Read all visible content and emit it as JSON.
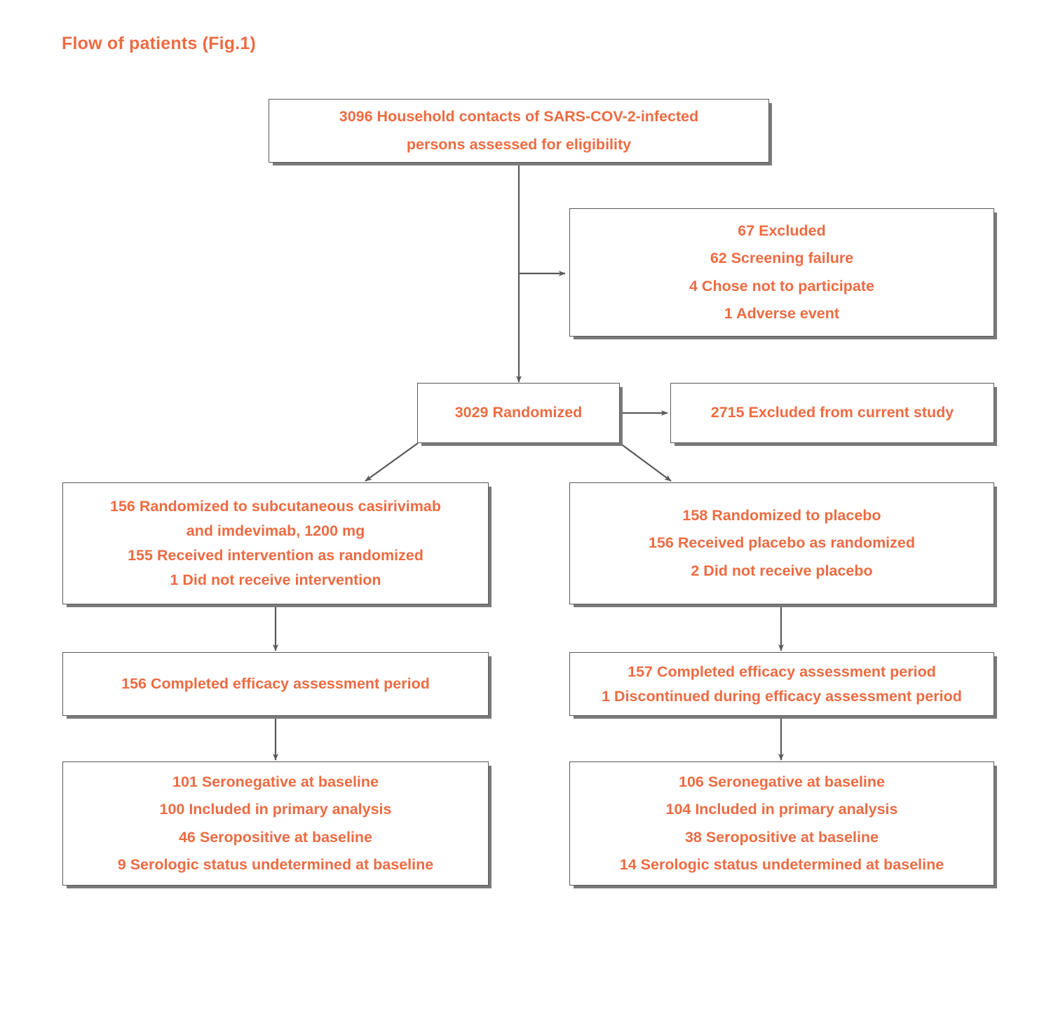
{
  "page": {
    "title": "Flow of patients (Fig.1)",
    "accent_color": "#EC6B42",
    "border_color": "#595959",
    "shadow_color": "#7A7A7A",
    "background_color": "#FFFFFF"
  },
  "chart_data": {
    "type": "diagram",
    "subtype": "consort-flow-diagram",
    "title": "Flow of patients (Fig.1)",
    "nodes": [
      {
        "id": "assessed",
        "lines": [
          "3096 Household contacts of SARS-COV-2-infected",
          "persons assessed for eligibility"
        ]
      },
      {
        "id": "excluded",
        "lines": [
          "67 Excluded",
          "62 Screening failure",
          "4 Chose not to participate",
          "1 Adverse event"
        ]
      },
      {
        "id": "randomized",
        "lines": [
          "3029 Randomized"
        ]
      },
      {
        "id": "excluded-current-study",
        "lines": [
          "2715 Excluded from current study"
        ]
      },
      {
        "id": "treatment-arm",
        "lines": [
          "156 Randomized to subcutaneous casirivimab",
          "and imdevimab, 1200 mg",
          "155 Received intervention as randomized",
          "1 Did not receive intervention"
        ]
      },
      {
        "id": "placebo-arm",
        "lines": [
          "158 Randomized to placebo",
          "156 Received placebo as randomized",
          "2 Did not receive placebo"
        ]
      },
      {
        "id": "treatment-efficacy",
        "lines": [
          "156 Completed efficacy assessment period"
        ]
      },
      {
        "id": "placebo-efficacy",
        "lines": [
          "157 Completed efficacy assessment period",
          "1 Discontinued during efficacy assessment period"
        ]
      },
      {
        "id": "treatment-baseline",
        "lines": [
          "101 Seronegative at baseline",
          "100 Included in primary analysis",
          "46 Seropositive at baseline",
          "9 Serologic status undetermined at baseline"
        ]
      },
      {
        "id": "placebo-baseline",
        "lines": [
          "106 Seronegative at baseline",
          "104 Included in primary analysis",
          "38 Seropositive at baseline",
          "14 Serologic status undetermined at baseline"
        ]
      }
    ],
    "edges": [
      {
        "from": "assessed",
        "to": "excluded",
        "style": "elbow-arrow"
      },
      {
        "from": "assessed",
        "to": "randomized",
        "style": "straight-arrow"
      },
      {
        "from": "randomized",
        "to": "excluded-current-study",
        "style": "straight-arrow"
      },
      {
        "from": "randomized",
        "to": "treatment-arm",
        "style": "diagonal-arrow"
      },
      {
        "from": "randomized",
        "to": "placebo-arm",
        "style": "diagonal-arrow"
      },
      {
        "from": "treatment-arm",
        "to": "treatment-efficacy",
        "style": "straight-arrow"
      },
      {
        "from": "placebo-arm",
        "to": "placebo-efficacy",
        "style": "straight-arrow"
      },
      {
        "from": "treatment-efficacy",
        "to": "treatment-baseline",
        "style": "straight-arrow"
      },
      {
        "from": "placebo-efficacy",
        "to": "placebo-baseline",
        "style": "straight-arrow"
      }
    ]
  }
}
